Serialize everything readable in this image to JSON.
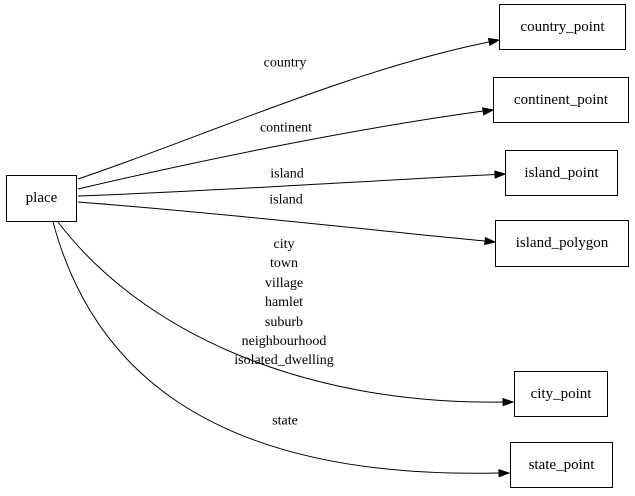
{
  "diagram": {
    "background_color": "#ffffff",
    "line_color": "#000000",
    "nodes": {
      "place": {
        "label": "place"
      },
      "country_point": {
        "label": "country_point"
      },
      "continent_point": {
        "label": "continent_point"
      },
      "island_point": {
        "label": "island_point"
      },
      "island_polygon": {
        "label": "island_polygon"
      },
      "city_point": {
        "label": "city_point"
      },
      "state_point": {
        "label": "state_point"
      }
    },
    "edges": [
      {
        "from": "place",
        "to": "country_point",
        "label": "country"
      },
      {
        "from": "place",
        "to": "continent_point",
        "label": "continent"
      },
      {
        "from": "place",
        "to": "island_point",
        "label": "island"
      },
      {
        "from": "place",
        "to": "island_polygon",
        "label": "island"
      },
      {
        "from": "place",
        "to": "city_point",
        "label": "city\ntown\nvillage\nhamlet\nsuburb\nneighbourhood\nisolated_dwelling"
      },
      {
        "from": "place",
        "to": "state_point",
        "label": "state"
      }
    ]
  }
}
